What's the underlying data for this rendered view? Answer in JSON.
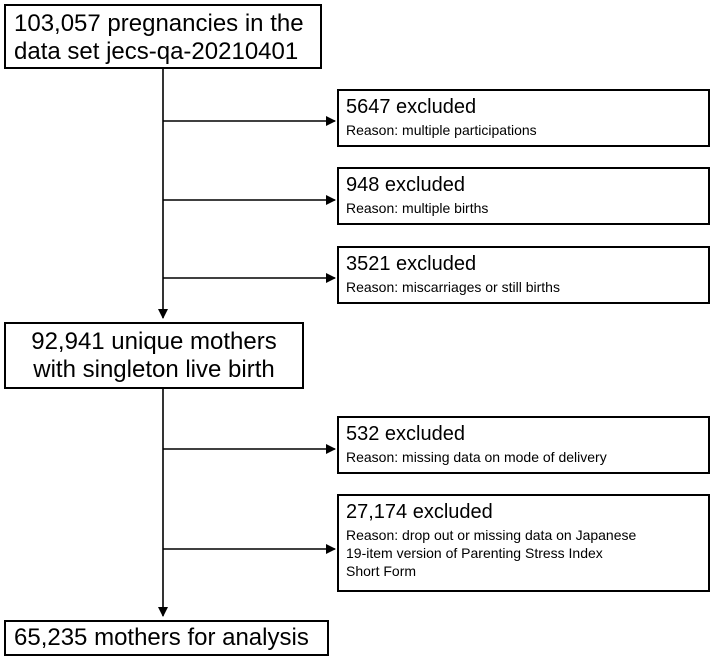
{
  "flow": {
    "start": {
      "text": "103,057 pregnancies in the\ndata set jecs-qa-20210401"
    },
    "middle": {
      "text": "92,941 unique mothers\nwith singleton live birth"
    },
    "end": {
      "text": "65,235 mothers for analysis"
    },
    "exclusions": [
      {
        "title": "5647 excluded",
        "reason": "Reason: multiple participations"
      },
      {
        "title": "948 excluded",
        "reason": "Reason: multiple births"
      },
      {
        "title": "3521 excluded",
        "reason": "Reason: miscarriages or still births"
      },
      {
        "title": "532 excluded",
        "reason": "Reason: missing data on mode of delivery"
      },
      {
        "title": "27,174 excluded",
        "reason": "Reason: drop out or missing data on Japanese\n19-item version of Parenting Stress Index\nShort Form"
      }
    ]
  },
  "colors": {
    "line": "#000000",
    "box_border": "#000000",
    "background": "#ffffff"
  }
}
